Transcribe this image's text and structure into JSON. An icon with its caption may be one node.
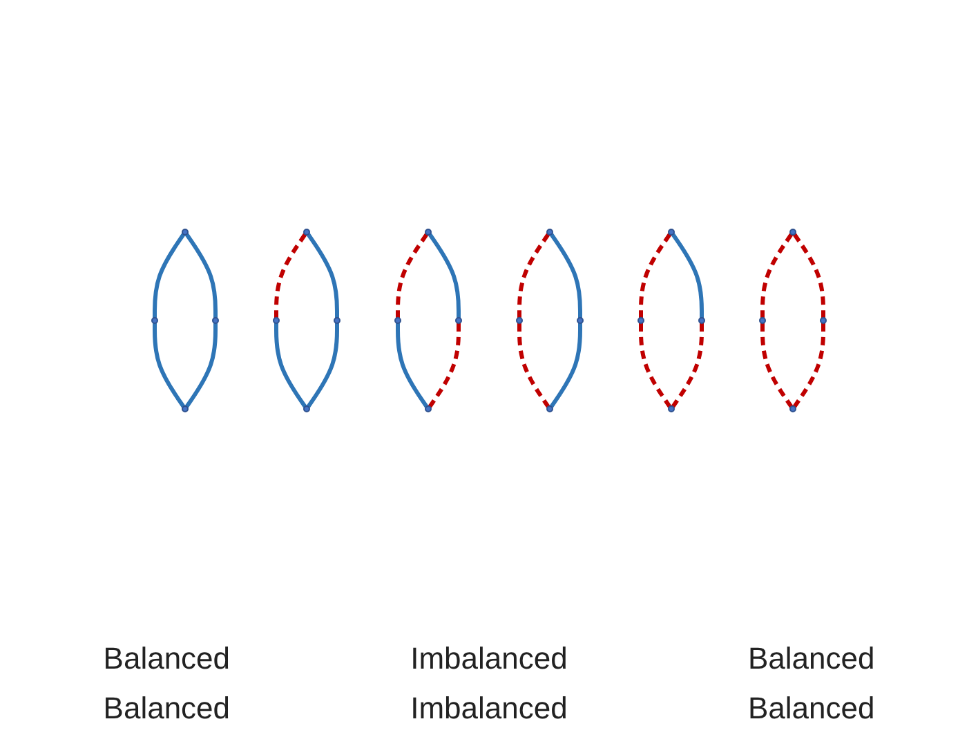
{
  "diagram": {
    "nodes": [
      {
        "text": [],
        "shape": "circle"
      },
      {
        "text": [],
        "shape": "circle"
      },
      {
        "text": [],
        "shape": "circle"
      },
      {
        "text": [],
        "shape": "circle"
      },
      {
        "text": [],
        "shape": "circle"
      },
      {
        "text": [],
        "shape": "circle"
      },
      {
        "text": [],
        "shape": "circle"
      },
      {
        "text": [],
        "shape": "circle"
      },
      {
        "text": [],
        "shape": "circle"
      },
      {
        "text": [],
        "shape": "circle"
      },
      {
        "text": [],
        "shape": "circle"
      },
      {
        "text": [],
        "shape": "circle"
      },
      {
        "text": [],
        "shape": "circle"
      },
      {
        "text": [],
        "shape": "circle"
      },
      {
        "text": [],
        "shape": "circle"
      },
      {
        "text": [],
        "shape": "circle"
      },
      {
        "text": [],
        "shape": "circle"
      },
      {
        "text": [],
        "shape": "circle"
      },
      {
        "text": [],
        "shape": "circle"
      },
      {
        "text": [],
        "shape": "circle"
      },
      {
        "text": [],
        "shape": "circle"
      },
      {
        "text": [],
        "shape": "circle"
      },
      {
        "text": [],
        "shape": "circle"
      },
      {
        "text": [],
        "shape": "circle"
      }
    ],
    "edges": [
      {
        "from": 0,
        "to": 1,
        "arrow": "none",
        "color": "#2e75b6"
      },
      {
        "from": 0,
        "to": 2,
        "arrow": "none",
        "color": "#2e75b6"
      },
      {
        "from": 1,
        "to": 3,
        "arrow": "none",
        "color": "#2e75b6"
      },
      {
        "from": 2,
        "to": 3,
        "arrow": "none",
        "color": "#2e75b6"
      },
      {
        "from": 4,
        "to": 5,
        "arrow": "none",
        "style": "dashed",
        "color": "#c00000"
      },
      {
        "from": 4,
        "to": 6,
        "arrow": "none",
        "color": "#2e75b6"
      },
      {
        "from": 5,
        "to": 7,
        "arrow": "none",
        "color": "#2e75b6"
      },
      {
        "from": 6,
        "to": 7,
        "arrow": "none",
        "color": "#2e75b6"
      },
      {
        "from": 8,
        "to": 9,
        "arrow": "none",
        "style": "dashed",
        "color": "#c00000"
      },
      {
        "from": 8,
        "to": 10,
        "arrow": "none",
        "color": "#2e75b6"
      },
      {
        "from": 9,
        "to": 11,
        "arrow": "none",
        "color": "#2e75b6"
      },
      {
        "from": 10,
        "to": 11,
        "arrow": "none",
        "style": "dashed",
        "color": "#c00000"
      },
      {
        "from": 12,
        "to": 13,
        "arrow": "none",
        "style": "dashed",
        "color": "#c00000"
      },
      {
        "from": 12,
        "to": 14,
        "arrow": "none",
        "color": "#2e75b6"
      },
      {
        "from": 13,
        "to": 15,
        "arrow": "none",
        "style": "dashed",
        "color": "#c00000"
      },
      {
        "from": 14,
        "to": 15,
        "arrow": "none",
        "color": "#2e75b6"
      },
      {
        "from": 16,
        "to": 17,
        "arrow": "none",
        "style": "dashed",
        "color": "#c00000"
      },
      {
        "from": 16,
        "to": 18,
        "arrow": "none",
        "color": "#2e75b6"
      },
      {
        "from": 17,
        "to": 19,
        "arrow": "none",
        "style": "dashed",
        "color": "#c00000"
      },
      {
        "from": 18,
        "to": 19,
        "arrow": "none",
        "style": "dashed",
        "color": "#c00000"
      },
      {
        "from": 20,
        "to": 21,
        "arrow": "none",
        "style": "dashed",
        "color": "#c00000"
      },
      {
        "from": 20,
        "to": 22,
        "arrow": "none",
        "style": "dashed",
        "color": "#c00000"
      },
      {
        "from": 21,
        "to": 23,
        "arrow": "none",
        "style": "dashed",
        "color": "#c00000"
      },
      {
        "from": 22,
        "to": 23,
        "arrow": "none",
        "style": "dashed",
        "color": "#c00000"
      }
    ],
    "labels": [
      "Balanced",
      "Imbalanced",
      "Balanced",
      "Balanced",
      "Imbalanced",
      "Balanced"
    ]
  }
}
